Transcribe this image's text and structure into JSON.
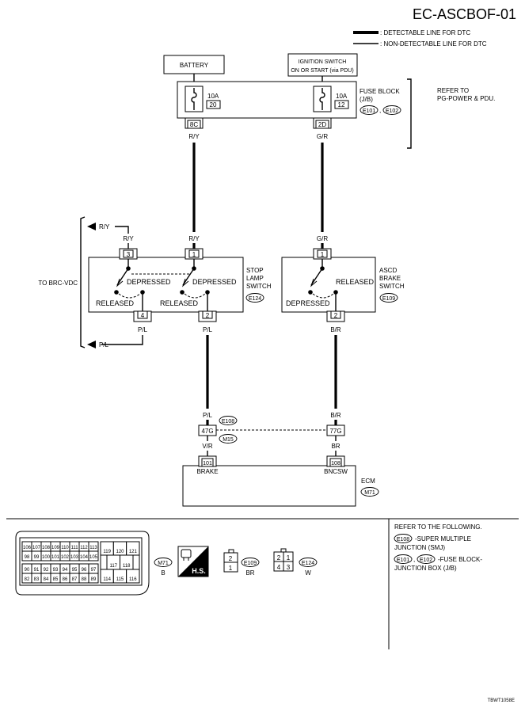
{
  "header": {
    "page_code": "EC-ASCBOF-01",
    "legend_detectable": ": DETECTABLE LINE FOR DTC",
    "legend_non_detectable": ": NON-DETECTABLE LINE FOR DTC"
  },
  "battery": {
    "label": "BATTERY"
  },
  "ignition": {
    "label_line1": "IGNITION SWITCH",
    "label_line2": "ON OR START (via PDU)"
  },
  "fuse_block": {
    "label_line1": "FUSE BLOCK",
    "label_line2": "(J/B)",
    "connector_a": "E101",
    "connector_sep": ",",
    "connector_b": "E102",
    "fuse_left_amp": "10A",
    "fuse_left_num": "20",
    "fuse_right_amp": "10A",
    "fuse_right_num": "12",
    "terminal_left": "8C",
    "terminal_right": "2D",
    "refer_line1": "REFER TO",
    "refer_line2": "PG-POWER & PDU."
  },
  "wires": {
    "ry_top": "R/Y",
    "gr_top": "G/R",
    "ry_branch": "R/Y",
    "ry_t3": "R/Y",
    "ry_t1": "R/Y",
    "gr_t1": "G/R",
    "pl_t4": "P/L",
    "pl_t2": "P/L",
    "br_t2": "B/R",
    "pl_branch": "P/L",
    "pl_e108": "P/L",
    "br_e108": "B/R",
    "vr_ecm": "V/R",
    "br_ecm": "BR"
  },
  "to_brc": "TO BRC-VDC",
  "stop_lamp": {
    "label_line1": "STOP",
    "label_line2": "LAMP",
    "label_line3": "SWITCH",
    "connector": "E124",
    "terminal_3": "3",
    "terminal_1": "1",
    "terminal_4": "4",
    "terminal_2": "2",
    "depressed_left": "DEPRESSED",
    "depressed_right": "DEPRESSED",
    "released_left": "RELEASED",
    "released_right": "RELEASED"
  },
  "ascd": {
    "label_line1": "ASCD",
    "label_line2": "BRAKE",
    "label_line3": "SWITCH",
    "connector": "E109",
    "terminal_1": "1",
    "terminal_2": "2",
    "released": "RELEASED",
    "depressed": "DEPRESSED"
  },
  "junction": {
    "connector_e108": "E108",
    "connector_m15": "M15",
    "terminal_left": "47G",
    "terminal_right": "77G"
  },
  "ecm": {
    "label": "ECM",
    "connector": "M71",
    "terminal_101": "101",
    "terminal_108": "108",
    "pin_brake": "BRAKE",
    "pin_bncsw": "BNCSW"
  },
  "connector_views": {
    "m71_row1": [
      "106",
      "107",
      "108",
      "109",
      "110",
      "111",
      "112",
      "113"
    ],
    "m71_row2": [
      "98",
      "99",
      "100",
      "101",
      "102",
      "103",
      "104",
      "105"
    ],
    "m71_row3": [
      "90",
      "91",
      "92",
      "93",
      "94",
      "95",
      "96",
      "97"
    ],
    "m71_row4": [
      "82",
      "83",
      "84",
      "85",
      "86",
      "87",
      "88",
      "89"
    ],
    "m71_mid_top": [
      "119",
      "120",
      "121"
    ],
    "m71_mid_center": [
      "117",
      "118"
    ],
    "m71_mid_bottom": [
      "114",
      "115",
      "116"
    ],
    "m71_label": "M71",
    "m71_color": "B",
    "hs_label": "H.S.",
    "e109_label": "E109",
    "e109_color": "BR",
    "e109_pins": [
      "2",
      "1"
    ],
    "e124_label": "E124",
    "e124_color": "W",
    "e124_pins": [
      "2",
      "1",
      "4",
      "3"
    ]
  },
  "refer": {
    "line1": "REFER TO THE FOLLOWING.",
    "e108": "E108",
    "e108_text1": "-SUPER MULTIPLE",
    "e108_text2": "JUNCTION (SMJ)",
    "e101": "E101",
    "sep": ",",
    "e102": "E102",
    "fb_text1": "-FUSE BLOCK-",
    "fb_text2": "JUNCTION BOX (J/B)"
  },
  "footer_code": "TBWT1058E"
}
